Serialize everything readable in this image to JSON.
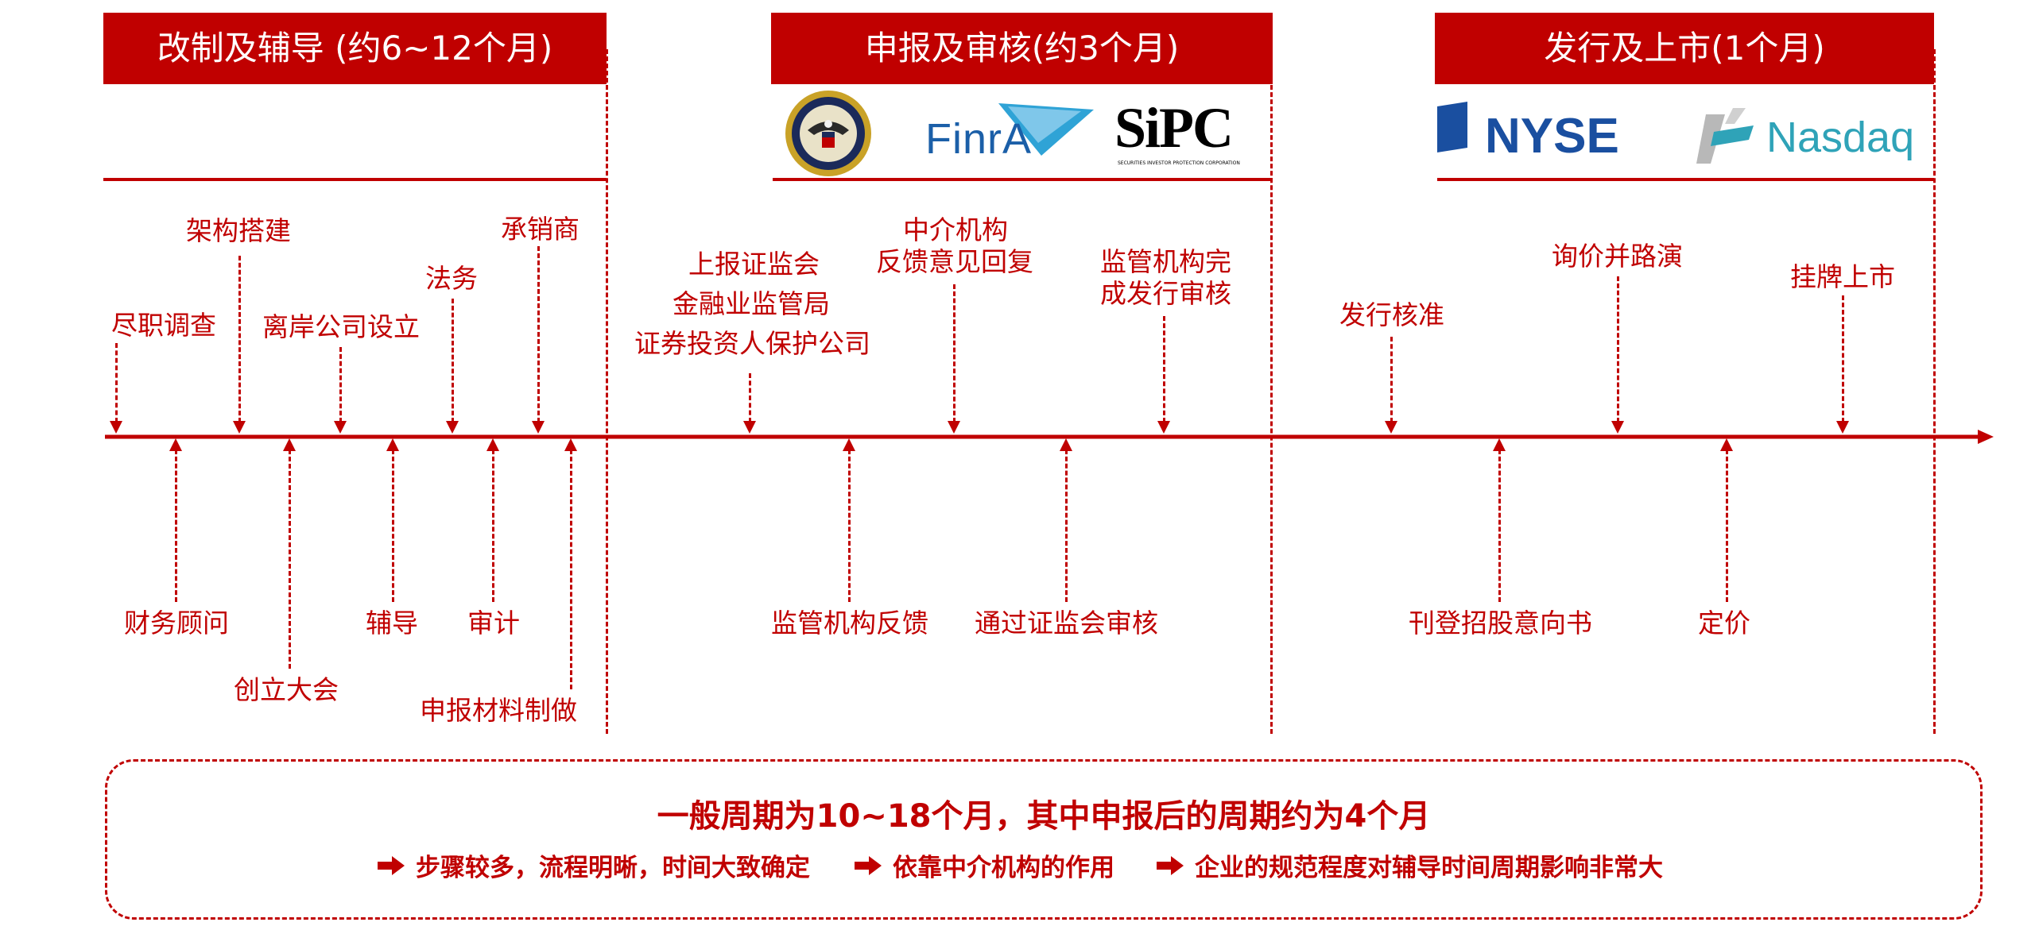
{
  "phases": [
    {
      "title": "改制及辅导 (约6~12个月)"
    },
    {
      "title": "申报及审核(约3个月)"
    },
    {
      "title": "发行及上市(1个月)"
    }
  ],
  "logos": {
    "finra": "FinrA",
    "sipc": "SiPC",
    "sipc_sub": "SECURITIES INVESTOR PROTECTION CORPORATION",
    "nyse": "NYSE",
    "nasdaq": "Nasdaq"
  },
  "icons": [
    "sec-seal-icon",
    "finra-logo-icon",
    "sipc-logo-icon",
    "nyse-logo-icon",
    "nasdaq-logo-icon",
    "bullet-arrow-icon"
  ],
  "events_above": [
    {
      "label": "尽职调查"
    },
    {
      "label": "架构搭建"
    },
    {
      "label": "离岸公司设立"
    },
    {
      "label": "法务"
    },
    {
      "label": "承销商"
    },
    {
      "label": "上报证监会"
    },
    {
      "label": "金融业监管局"
    },
    {
      "label": "证券投资人保护公司"
    },
    {
      "label": "中介机构"
    },
    {
      "label": "反馈意见回复"
    },
    {
      "label": "监管机构完"
    },
    {
      "label": "成发行审核"
    },
    {
      "label": "发行核准"
    },
    {
      "label": "询价并路演"
    },
    {
      "label": "挂牌上市"
    }
  ],
  "events_below": [
    {
      "label": "财务顾问"
    },
    {
      "label": "创立大会"
    },
    {
      "label": "辅导"
    },
    {
      "label": "审计"
    },
    {
      "label": "申报材料制做"
    },
    {
      "label": "监管机构反馈"
    },
    {
      "label": "通过证监会审核"
    },
    {
      "label": "刊登招股意向书"
    },
    {
      "label": "定价"
    }
  ],
  "summary": {
    "main": "一般周期为10~18个月，其中申报后的周期约为4个月",
    "points": [
      "步骤较多，流程明晰，时间大致确定",
      "依靠中介机构的作用",
      "企业的规范程度对辅导时间周期影响非常大"
    ]
  },
  "colors": {
    "accent": "#c00000",
    "finra": "#1b5fa8",
    "nyse": "#1a4fa0",
    "nasdaq": "#2fa3b8"
  }
}
